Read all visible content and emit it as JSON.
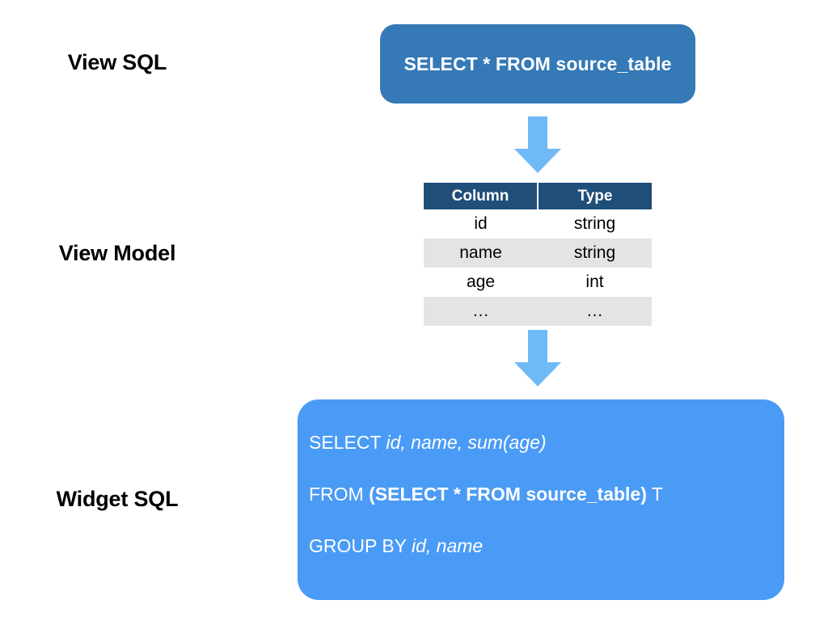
{
  "diagram": {
    "title": "SQL view to widget SQL transformation",
    "colors": {
      "view_sql_box": "#3579b6",
      "widget_sql_box": "#4a9bf5",
      "arrow": "#6fb9f7",
      "table_header": "#1f4e79",
      "table_stripe": "#e3e4e6",
      "label_text": "#000000",
      "box_text": "#ffffff",
      "background": "#ffffff"
    },
    "labels": {
      "view_sql": "View SQL",
      "view_model": "View Model",
      "widget_sql": "Widget SQL"
    },
    "view_sql": {
      "statement": "SELECT * FROM source_table"
    },
    "arrows": [
      {
        "name": "arrow-view-sql-to-view-model",
        "direction": "down"
      },
      {
        "name": "arrow-view-model-to-widget-sql",
        "direction": "down"
      }
    ],
    "view_model": {
      "headers": [
        "Column",
        "Type"
      ],
      "rows": [
        {
          "column": "id",
          "type": "string"
        },
        {
          "column": "name",
          "type": "string"
        },
        {
          "column": "age",
          "type": "int"
        },
        {
          "column": "…",
          "type": "…"
        }
      ]
    },
    "widget_sql": {
      "lines": [
        {
          "name": "select-line",
          "parts": [
            {
              "text": "SELECT ",
              "style": "kw"
            },
            {
              "text": "id, name, sum(age)",
              "style": "it"
            }
          ]
        },
        {
          "name": "from-line",
          "parts": [
            {
              "text": "FROM ",
              "style": "kw"
            },
            {
              "text": "(SELECT * FROM source_table)",
              "style": "bd"
            },
            {
              "text": " T",
              "style": "kw"
            }
          ]
        },
        {
          "name": "group-by-line",
          "parts": [
            {
              "text": "GROUP BY ",
              "style": "kw"
            },
            {
              "text": "id, name",
              "style": "it"
            }
          ]
        }
      ]
    }
  }
}
